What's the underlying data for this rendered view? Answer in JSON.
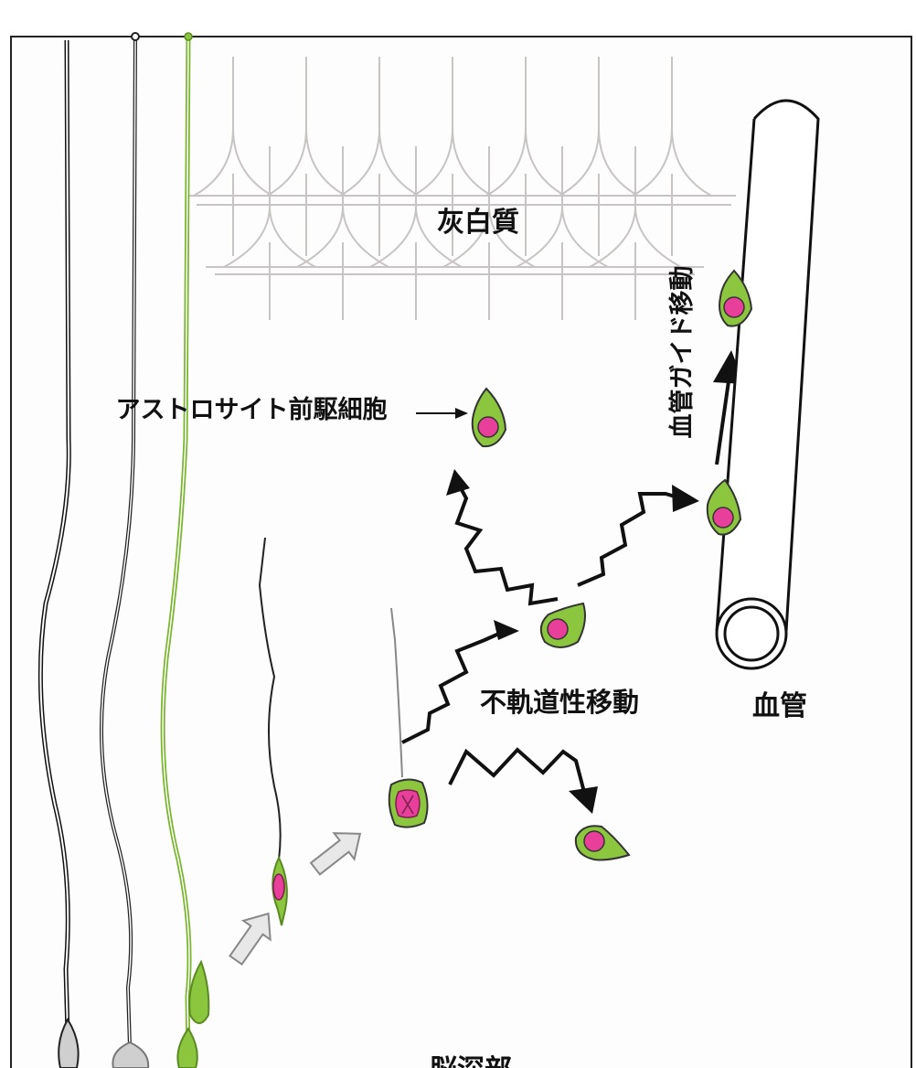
{
  "labels": {
    "gray_matter": "灰白質",
    "astrocyte_precursor": "アストロサイト前駆細胞",
    "vessel_guided_migration": "血管ガイド移動",
    "irregular_migration": "不軌道性移動",
    "blood_vessel": "血管",
    "deep_brain": "脳深部"
  },
  "colors": {
    "cell_green": "#8cc63f",
    "nucleus_pink": "#e8409a",
    "neuron_gray": "#c9c4c4",
    "glia_gray": "#cfcfcf",
    "ink": "#111111"
  }
}
